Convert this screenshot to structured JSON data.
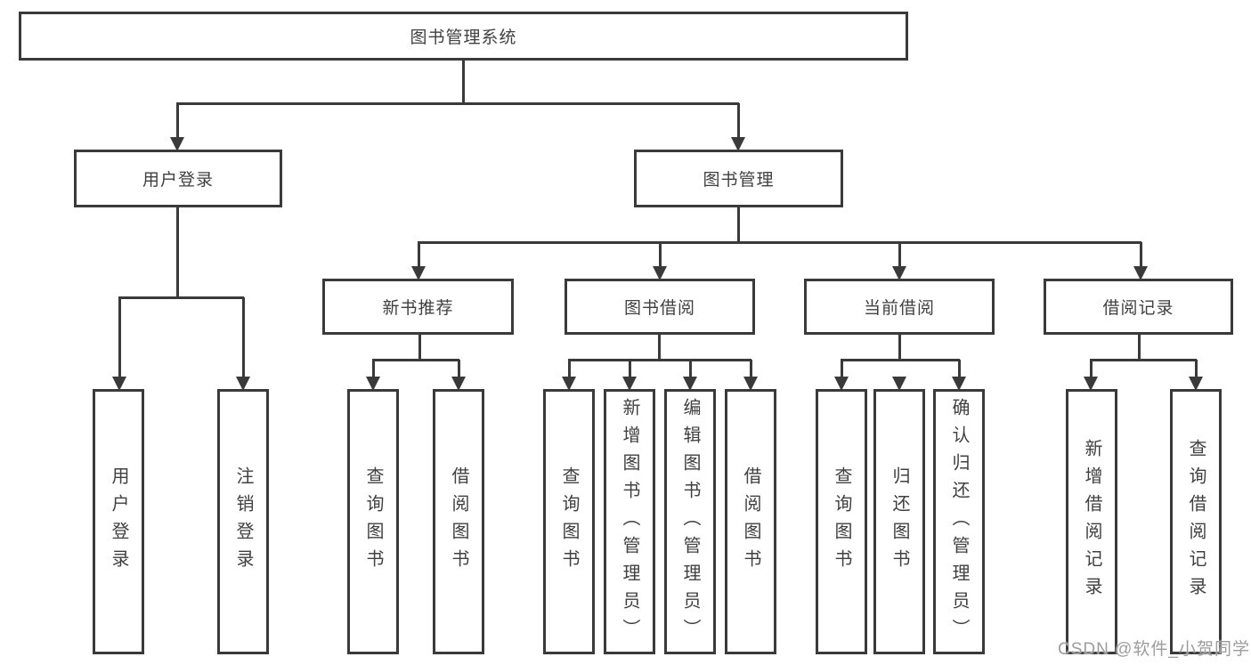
{
  "tree": {
    "root": "图书管理系统",
    "level2": [
      "用户登录",
      "图书管理"
    ],
    "level3": [
      "新书推荐",
      "图书借阅",
      "当前借阅",
      "借阅记录"
    ],
    "leaves": {
      "user_login": [
        "用户登录",
        "注销登录"
      ],
      "new_book": [
        "查询图书",
        "借阅图书"
      ],
      "book_borrow": [
        "查询图书",
        "新增图书（管理员）",
        "编辑图书（管理员）",
        "借阅图书"
      ],
      "current_borrow": [
        "查询图书",
        "归还图书",
        "确认归还（管理员）"
      ],
      "borrow_records": [
        "新增借阅记录",
        "查询借阅记录"
      ]
    }
  },
  "watermark": "CSDN @软件_小贺同学",
  "colors": {
    "line": "#3a3a3a",
    "text": "#404040",
    "watermark": "#9c9c9c",
    "background": "#ffffff"
  }
}
